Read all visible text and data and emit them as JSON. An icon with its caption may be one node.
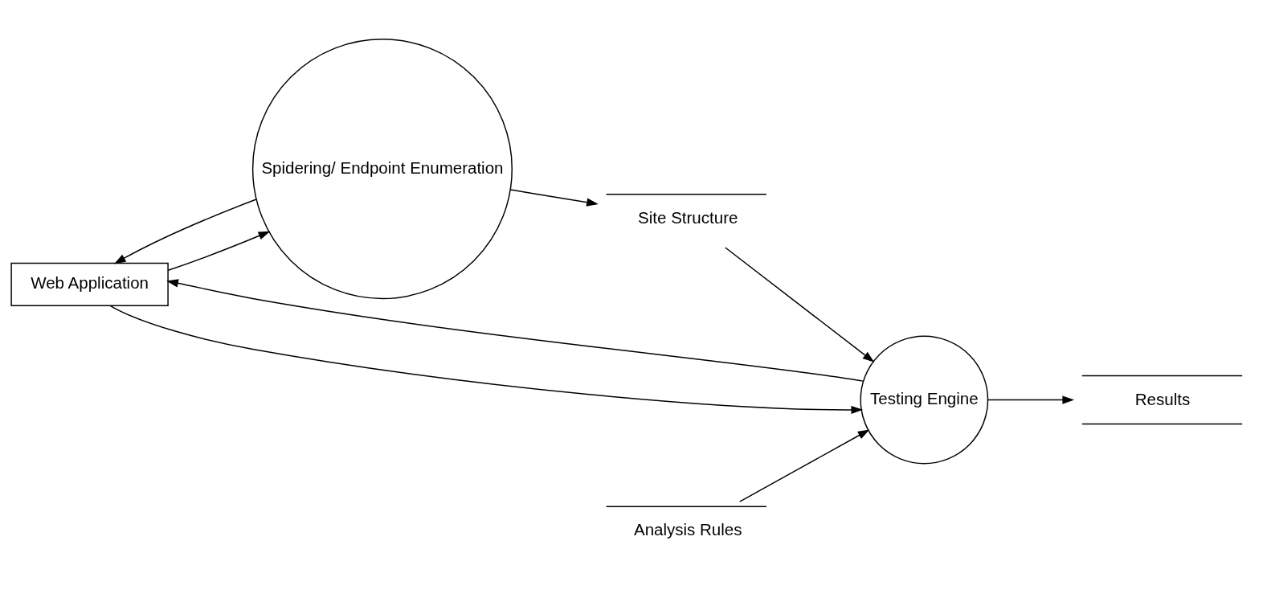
{
  "diagram": {
    "nodes": [
      {
        "text": [
          "Web Application"
        ]
      },
      {
        "text": [
          "Results"
        ]
      },
      {
        "text": [
          "Spidering/ Endpoint Enumeration"
        ]
      },
      {
        "text": [
          "Testing Engine"
        ]
      },
      {
        "text": [
          "Site Structure"
        ]
      },
      {
        "text": [
          "Analysis Rules"
        ]
      }
    ],
    "edges": [
      {
        "from": 2,
        "to": 0,
        "arrow": "to"
      },
      {
        "from": 0,
        "to": 2,
        "arrow": "to"
      },
      {
        "from": 0,
        "to": 3,
        "arrow": "to"
      },
      {
        "from": 3,
        "to": 0,
        "arrow": "to"
      },
      {
        "from": 3,
        "to": 1,
        "arrow": "to"
      },
      {
        "from": 2,
        "to": 4,
        "arrow": "to"
      },
      {
        "from": 4,
        "to": 3,
        "arrow": "to"
      },
      {
        "from": 5,
        "to": 3,
        "arrow": "to"
      }
    ]
  }
}
